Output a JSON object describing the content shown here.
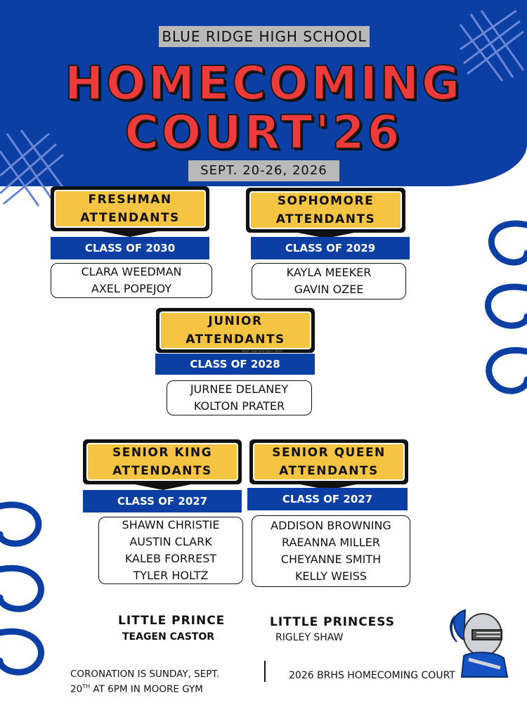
{
  "header": {
    "school": "BLUE RIDGE HIGH SCHOOL",
    "title_line1": "HOMECOMING",
    "title_line2": "COURT'26",
    "dates": "SEPT. 20-26, 2026"
  },
  "groups": [
    {
      "label_line1": "FRESHMAN",
      "label_line2": "ATTENDANTS",
      "class": "CLASS OF 2030",
      "names": [
        "CLARA WEEDMAN",
        "AXEL POPEJOY"
      ]
    },
    {
      "label_line1": "SOPHOMORE",
      "label_line2": "ATTENDANTS",
      "class": "CLASS OF 2029",
      "names": [
        "KAYLA MEEKER",
        "GAVIN OZEE"
      ]
    },
    {
      "label_line1": "JUNIOR",
      "label_line2": "ATTENDANTS",
      "class": "CLASS OF 2028",
      "names": [
        "JURNEE DELANEY",
        "KOLTON PRATER"
      ]
    },
    {
      "label_line1": "SENIOR KING",
      "label_line2": "ATTENDANTS",
      "class": "CLASS OF 2027",
      "names": [
        "SHAWN CHRISTIE",
        "AUSTIN CLARK",
        "KALEB FORREST",
        "TYLER HOLTZ"
      ]
    },
    {
      "label_line1": "SENIOR QUEEN",
      "label_line2": "ATTENDANTS",
      "class": "CLASS OF 2027",
      "names": [
        "ADDISON BROWNING",
        "RAEANNA MILLER",
        "CHEYANNE SMITH",
        "KELLY WEISS"
      ]
    }
  ],
  "placeholder_text": "Your paragraph text",
  "little": {
    "prince_title": "LITTLE PRINCE",
    "prince_name": "TEAGEN CASTOR",
    "princess_title": "LITTLE PRINCESS",
    "princess_name": "RIGLEY SHAW"
  },
  "footer": {
    "coronation_line1": "CORONATION IS SUNDAY, SEPT.",
    "coronation_day": "20",
    "coronation_sup": "TH",
    "coronation_line2_rest": " AT 6PM IN MOORE GYM",
    "right_text": "2026 BRHS HOMECOMING COURT"
  },
  "colors": {
    "blue": "#0b3fa3",
    "red": "#ee3a3a",
    "gold": "#f6c443",
    "gray": "#b9b9b9"
  },
  "icons": [
    "mascot-knight-icon",
    "scribble-decoration"
  ]
}
